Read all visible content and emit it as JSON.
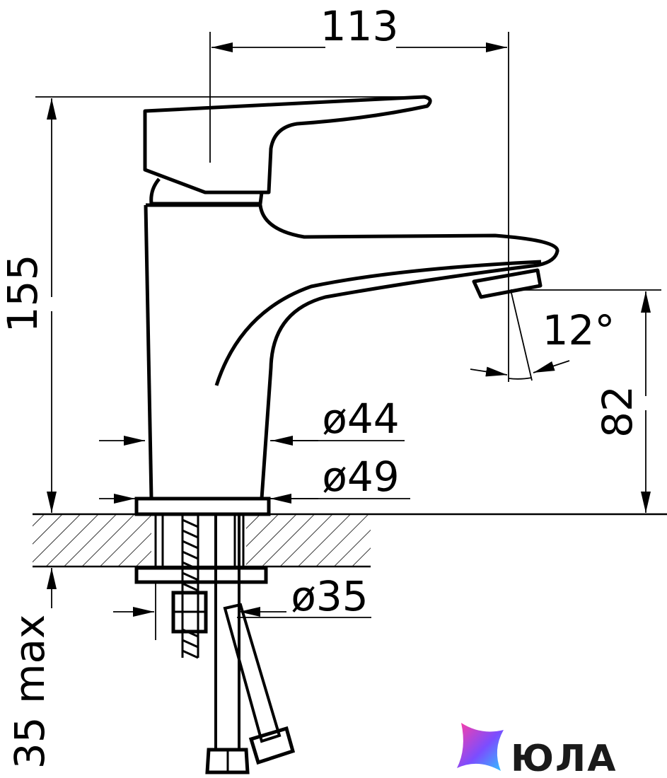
{
  "dimensions": {
    "width_top": "113",
    "height_total": "155",
    "spout_height": "82",
    "spout_angle": "12°",
    "body_diameter_top": "ø44",
    "body_diameter_base": "ø49",
    "mount_diameter": "ø35",
    "max_thickness": "35 max"
  },
  "logo": {
    "text": "ЮЛА",
    "colors": [
      "#ff3ea5",
      "#7b4dff",
      "#2ec5ff"
    ]
  },
  "colors": {
    "line": "#000000",
    "background": "#ffffff"
  }
}
